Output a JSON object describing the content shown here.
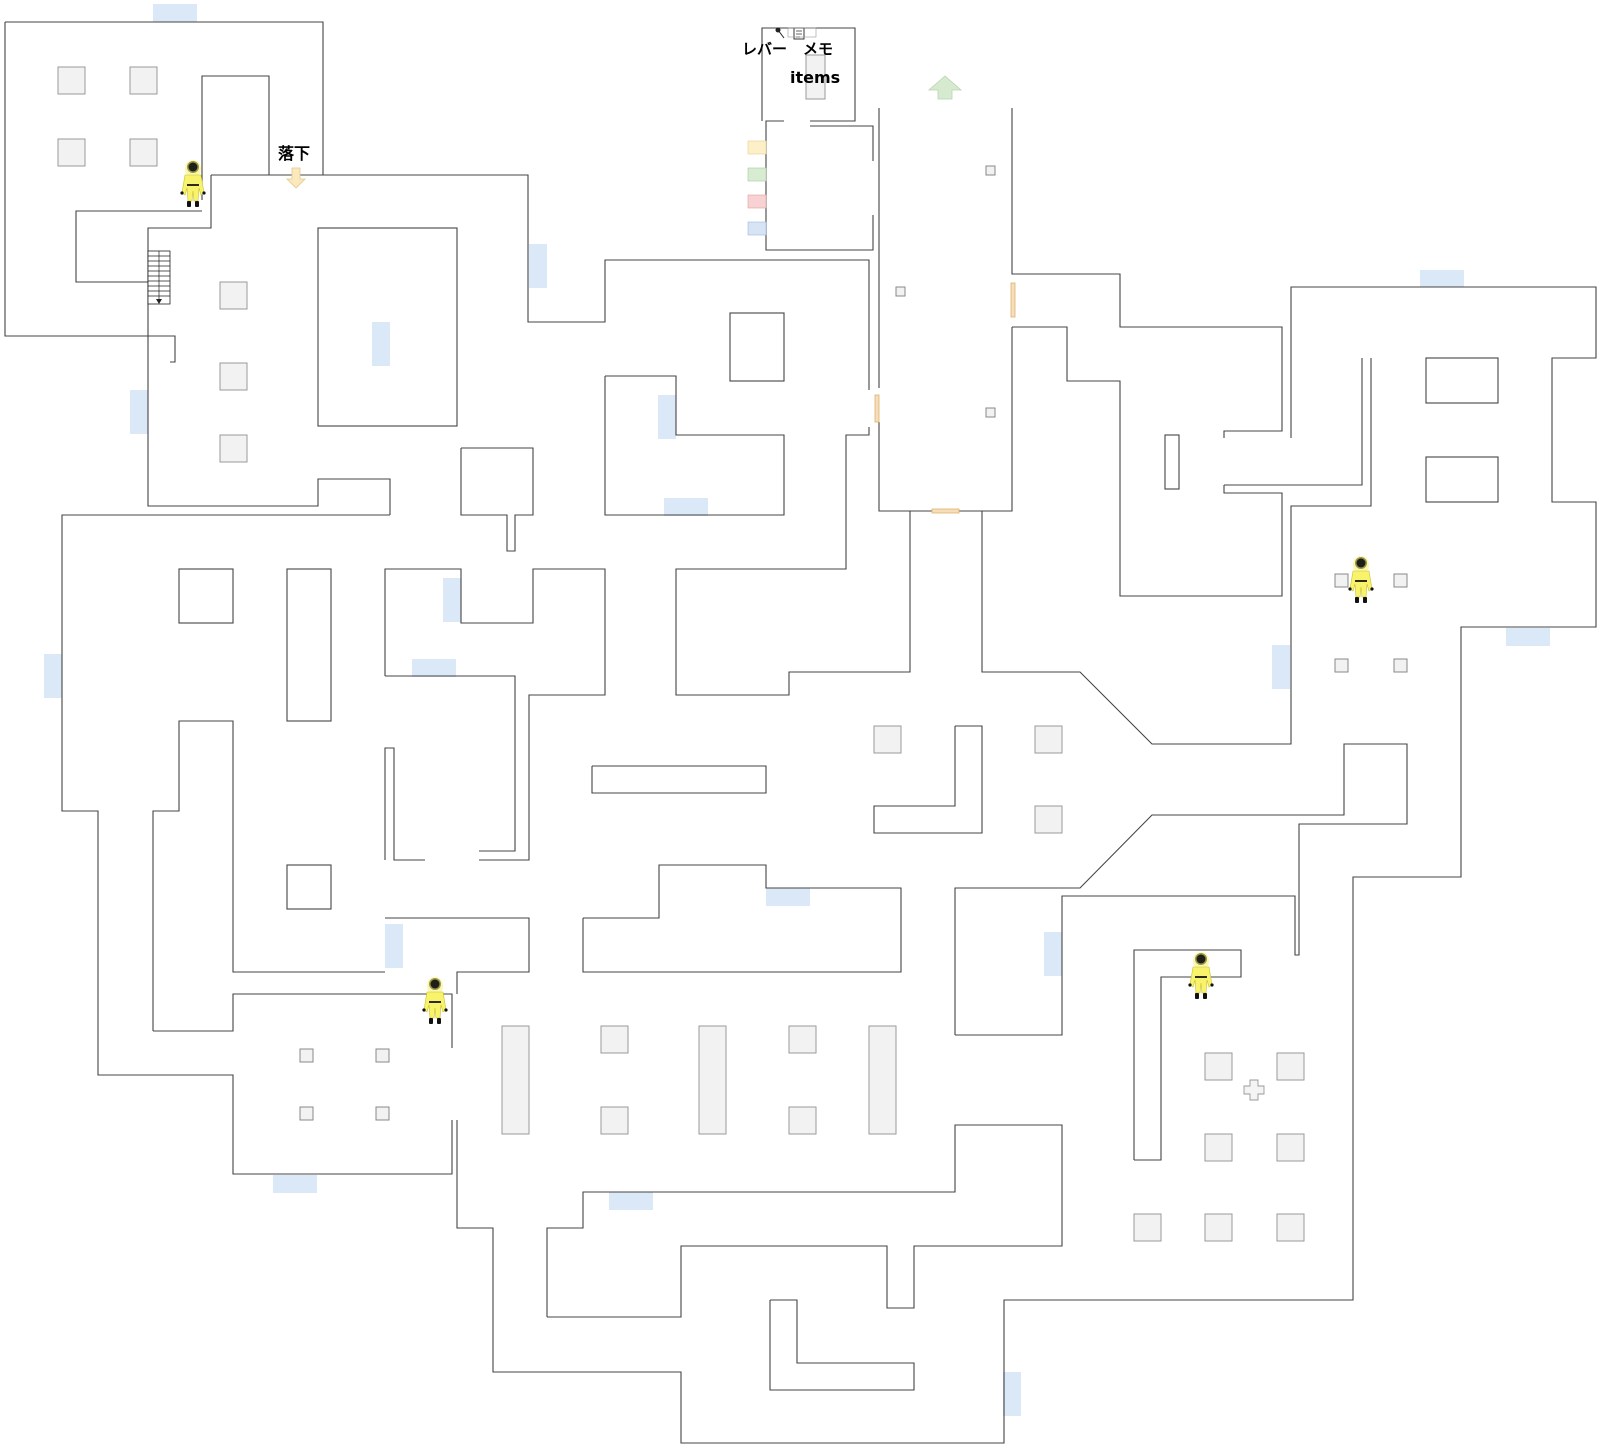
{
  "map": {
    "labels": {
      "fall": "落下",
      "lever": "レバー",
      "memo": "メモ",
      "items": "items"
    },
    "colors": {
      "wall": "#444444",
      "door": "#dbe8f7",
      "pillar": "#f2f2f2",
      "exit_arrow": "#d6ead0",
      "fall_arrow": "#fbe9bd",
      "key_yellow": "#fdf0c8",
      "key_green": "#d8ecd2",
      "key_red": "#f8d2d2",
      "key_blue": "#d6e4f6",
      "small_door": "#f6dfb8",
      "enemy_suit": "#f8f36a"
    },
    "icons": {
      "exit": "up-arrow-icon",
      "fall": "down-arrow-icon",
      "lever": "lever-icon",
      "memo": "memo-icon",
      "medkit": "cross-icon",
      "stairs": "stairs-icon",
      "enemy": "hazmat-figure-icon"
    }
  }
}
